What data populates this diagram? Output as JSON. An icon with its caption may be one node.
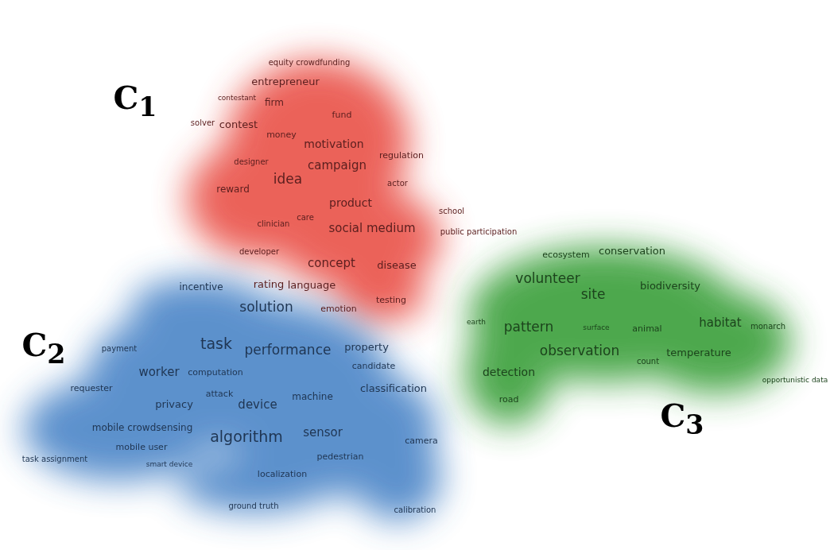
{
  "diagram": {
    "labels": [
      "C$_{1}$",
      "equity crowdfunding",
      "entrepreneur",
      "contestant",
      "firm",
      "fund",
      "solver",
      "contest",
      "money",
      "motivation",
      "regulation",
      "designer",
      "campaign",
      "idea",
      "actor",
      "reward",
      "product",
      "school",
      "clinician",
      "care",
      "social medium",
      "public participation",
      "developer",
      "concept",
      "disease",
      "rating",
      "language",
      "testing",
      "emotion",
      "C$_{2}$",
      "incentive",
      "solution",
      "payment",
      "task",
      "performance",
      "property",
      "worker",
      "computation",
      "candidate",
      "requester",
      "classification",
      "attack",
      "machine",
      "privacy",
      "device",
      "mobile crowdsensing",
      "algorithm",
      "sensor",
      "mobile user",
      "camera",
      "task assignment",
      "pedestrian",
      "smart device",
      "localization",
      "ground truth",
      "calibration",
      "ecosystem",
      "conservation",
      "volunteer",
      "site",
      "biodiversity",
      "earth",
      "pattern",
      "surface",
      "animal",
      "habitat",
      "monarch",
      "observation",
      "count",
      "temperature",
      "detection",
      "opportunistic data",
      "road",
      "C$_{3}$"
    ]
  }
}
